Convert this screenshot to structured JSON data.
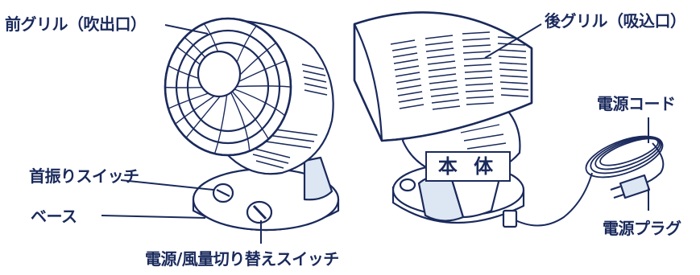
{
  "labels": {
    "front_grille": "前グリル（吹出口）",
    "rear_grille": "後グリル（吸込口）",
    "power_cord": "電源コード",
    "swing_switch": "首振りスイッチ",
    "base": "ベース",
    "body": "本 体",
    "power_plug": "電源プラグ",
    "power_airflow_switch": "電源/風量切り替えスイッチ"
  },
  "colors": {
    "line": "#1a2a5c",
    "light_blue": "#dde6f3",
    "label": "#1a2a5c"
  }
}
